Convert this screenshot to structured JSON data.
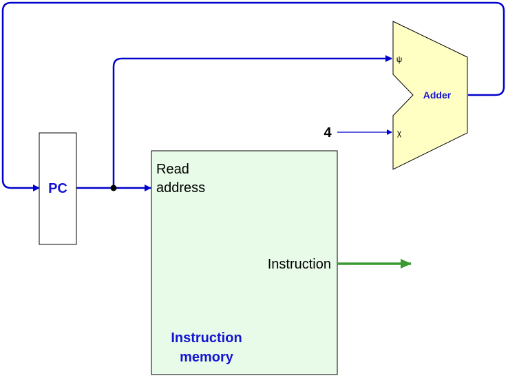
{
  "pc": {
    "label": "PC"
  },
  "adder": {
    "label": "Adder",
    "input_a_mark": "ψ",
    "input_b_mark": "χ"
  },
  "constant": {
    "value": "4"
  },
  "instruction_memory": {
    "read_address_line1": "Read",
    "read_address_line2": "address",
    "output_label": "Instruction",
    "title_line1": "Instruction",
    "title_line2": "memory"
  },
  "colors": {
    "wire": "#0000cc",
    "output_wire": "#3a9a32",
    "memory_fill": "#e8fbe8",
    "adder_fill": "#ffffc4",
    "label_blue": "#1414d2"
  }
}
